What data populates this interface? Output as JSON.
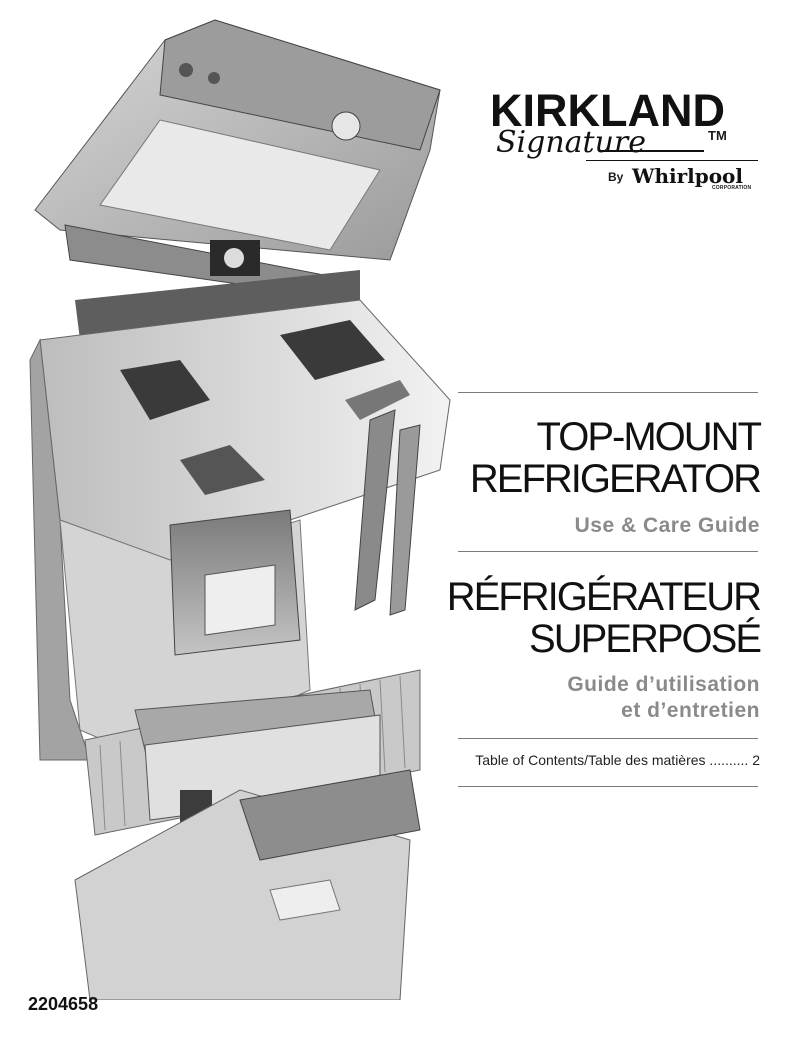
{
  "brand": {
    "name": "KIRKLAND",
    "sub": "Signature",
    "tm": "TM",
    "by": "By",
    "maker": "Whirlpool",
    "maker_sub": "CORPORATION"
  },
  "english": {
    "title_line1": "TOP-MOUNT",
    "title_line2": "REFRIGERATOR",
    "subtitle": "Use & Care Guide"
  },
  "french": {
    "title_line1": "RÉFRIGÉRATEUR",
    "title_line2": "SUPERPOSÉ",
    "subtitle_line1": "Guide d’utilisation",
    "subtitle_line2": "et d’entretien"
  },
  "toc": "Table of Contents/Table des matières .......... 2",
  "doc_number": "2204658"
}
